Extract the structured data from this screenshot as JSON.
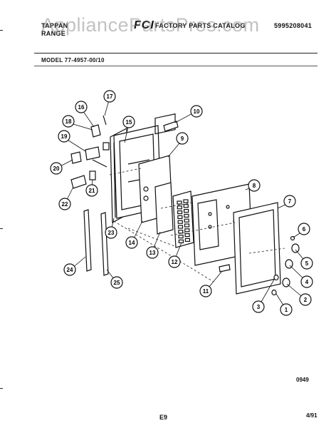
{
  "header": {
    "brand_line1": "TAPPAN",
    "brand_line2": "RANGE",
    "logo_text": "FCI",
    "catalog_title": "FACTORY PARTS CATALOG",
    "part_number": "5995208041",
    "watermark": "AppliancePartsPros.com"
  },
  "model": {
    "label": "MODEL 77-4957-00/10"
  },
  "diagram": {
    "callouts": [
      "1",
      "2",
      "3",
      "4",
      "5",
      "6",
      "7",
      "8",
      "9",
      "10",
      "11",
      "12",
      "13",
      "14",
      "15",
      "16",
      "17",
      "18",
      "19",
      "20",
      "21",
      "22",
      "23",
      "24",
      "25"
    ]
  },
  "footer": {
    "drawing_code": "0949",
    "page": "E9",
    "date": "4/91"
  }
}
